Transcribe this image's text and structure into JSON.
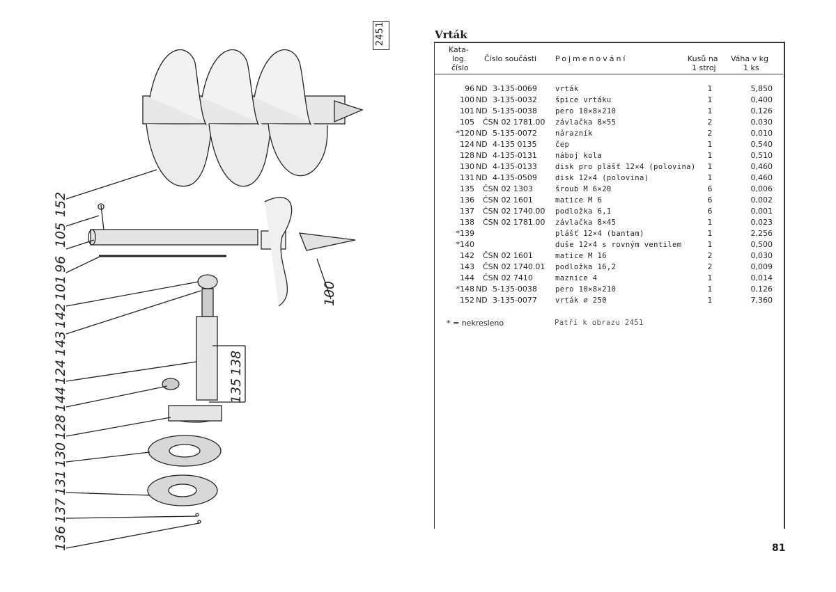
{
  "figure_label": "2451",
  "callouts": [
    "152",
    "105",
    "96",
    "101",
    "142",
    "143",
    "124",
    "144",
    "128",
    "130",
    "131",
    "137",
    "136",
    "138",
    "135",
    "100"
  ],
  "title": "Vrták",
  "header": {
    "cat": [
      "Kata-",
      "log.",
      "číslo"
    ],
    "part_no": "Číslo součásti",
    "name": "Pojmenování",
    "qty": [
      "Kusů na",
      "1 stroj"
    ],
    "weight": [
      "Váha v kg",
      "1 ks"
    ]
  },
  "rows": [
    {
      "cat": "96",
      "prefix": "ND",
      "num": "3-135-0069",
      "name": "vrták",
      "qty": "1",
      "wt": "5,850"
    },
    {
      "cat": "100",
      "prefix": "ND",
      "num": "3-135-0032",
      "name": "špice vrtáku",
      "qty": "1",
      "wt": "0,400"
    },
    {
      "cat": "101",
      "prefix": "ND",
      "num": "5-135-0038",
      "name": "pero 10×8×210",
      "qty": "1",
      "wt": "0,126"
    },
    {
      "cat": "105",
      "prefix": "",
      "num": "ČSN 02 1781.00",
      "name": "závlačka 8×55",
      "qty": "2",
      "wt": "0,030"
    },
    {
      "cat": "*120",
      "prefix": "ND",
      "num": "5-135-0072",
      "name": "nárazník",
      "qty": "2",
      "wt": "0,010"
    },
    {
      "cat": "124",
      "prefix": "ND",
      "num": "4-135 0135",
      "name": "čep",
      "qty": "1",
      "wt": "0,540"
    },
    {
      "cat": "128",
      "prefix": "ND",
      "num": "4-135-0131",
      "name": "náboj kola",
      "qty": "1",
      "wt": "0,510"
    },
    {
      "cat": "130",
      "prefix": "ND",
      "num": "4-135-0133",
      "name": "disk pro plášť 12×4 (polovina)",
      "qty": "1",
      "wt": "0,460"
    },
    {
      "cat": "131",
      "prefix": "ND",
      "num": "4-135-0509",
      "name": "disk 12×4 (polovina)",
      "qty": "1",
      "wt": "0,460"
    },
    {
      "cat": "135",
      "prefix": "",
      "num": "ČSN 02 1303",
      "name": "šroub M 6×20",
      "qty": "6",
      "wt": "0,006"
    },
    {
      "cat": "136",
      "prefix": "",
      "num": "ČSN 02 1601",
      "name": "matice M 6",
      "qty": "6",
      "wt": "0,002"
    },
    {
      "cat": "137",
      "prefix": "",
      "num": "ČSN 02 1740.00",
      "name": "podložka 6,1",
      "qty": "6",
      "wt": "0,001"
    },
    {
      "cat": "138",
      "prefix": "",
      "num": "ČSN 02 1781.00",
      "name": "závlačka 8×45",
      "qty": "1",
      "wt": "0,023"
    },
    {
      "cat": "*139",
      "prefix": "",
      "num": "",
      "name": "plášť 12×4 (bantam)",
      "qty": "1",
      "wt": "2,256"
    },
    {
      "cat": "*140",
      "prefix": "",
      "num": "",
      "name": "duše 12×4 s rovným ventilem",
      "qty": "1",
      "wt": "0,500"
    },
    {
      "cat": "142",
      "prefix": "",
      "num": "ČSN 02 1601",
      "name": "matice M 16",
      "qty": "2",
      "wt": "0,030"
    },
    {
      "cat": "143",
      "prefix": "",
      "num": "ČSN 02 1740.01",
      "name": "podložka 16,2",
      "qty": "2",
      "wt": "0,009"
    },
    {
      "cat": "144",
      "prefix": "",
      "num": "ČSN 02 7410",
      "name": "maznice 4",
      "qty": "1",
      "wt": "0,014"
    },
    {
      "cat": "*148",
      "prefix": "ND",
      "num": "5-135-0038",
      "name": "pero 10×8×210",
      "qty": "1",
      "wt": "0,126"
    },
    {
      "cat": "152",
      "prefix": "ND",
      "num": "3-135-0077",
      "name": "vrták ∅ 250",
      "qty": "1",
      "wt": "7,360"
    }
  ],
  "note_left": "* = nekresleno",
  "note_right": "Patří k obrazu 2451",
  "page_number": "81"
}
